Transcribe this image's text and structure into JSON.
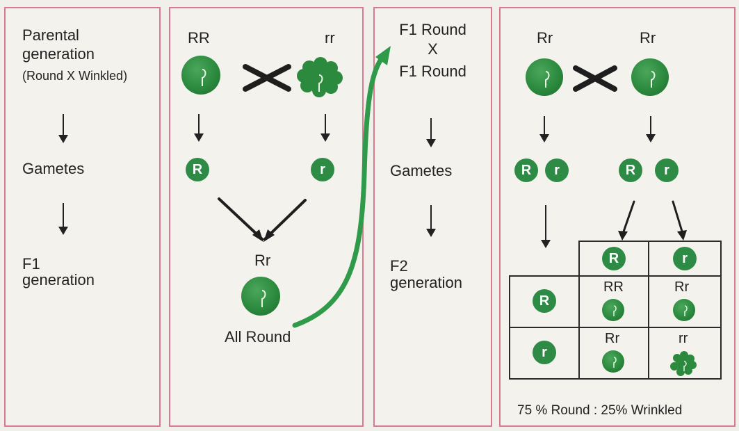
{
  "panel1": {
    "parental_line1": "Parental",
    "parental_line2": "generation",
    "parental_cross": "(Round X Winkled)",
    "gametes": "Gametes",
    "f1_line1": "F1",
    "f1_line2": "generation"
  },
  "panel2": {
    "parent_left": "RR",
    "parent_right": "rr",
    "gamete_left": "R",
    "gamete_right": "r",
    "offspring": "Rr",
    "result": "All Round"
  },
  "panel3": {
    "cross_line1": "F1 Round",
    "cross_x": "X",
    "cross_line2": "F1 Round",
    "gametes": "Gametes",
    "f2_line1": "F2",
    "f2_line2": "generation"
  },
  "panel4": {
    "parent_left": "Rr",
    "parent_right": "Rr",
    "gametes_left": [
      "R",
      "r"
    ],
    "gametes_right": [
      "R",
      "r"
    ],
    "punnett": {
      "col_headers": [
        "R",
        "r"
      ],
      "row_headers": [
        "R",
        "r"
      ],
      "cells": [
        [
          "RR",
          "Rr"
        ],
        [
          "Rr",
          "rr"
        ]
      ]
    },
    "ratio": "75 % Round : 25% Wrinkled"
  },
  "colors": {
    "panel_border": "#d97a8e",
    "pea_green": "#2b8a3e",
    "flow_arrow": "#2e9a4a"
  }
}
